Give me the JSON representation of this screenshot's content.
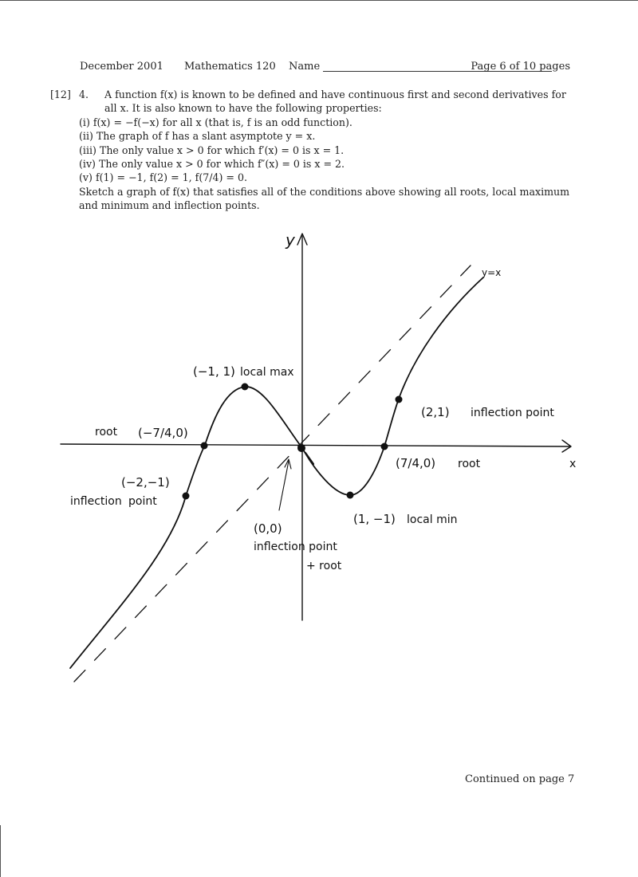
{
  "header": {
    "date": "December 2001",
    "course": "Mathematics 120",
    "name_label": "Name",
    "page": "Page 6 of 10 pages"
  },
  "problem": {
    "points": "[12]",
    "number": "4.",
    "intro_line1": "A function f(x) is known to be defined and have continuous first and second derivatives for",
    "intro_line2": "all x. It is also known to have the following properties:",
    "properties": [
      "(i) f(x) = −f(−x) for all x (that is, f is an odd function).",
      "(ii) The graph of f has a slant asymptote y = x.",
      "(iii) The only value x > 0 for which f′(x) = 0 is x = 1.",
      "(iv) The only value x > 0 for which f″(x) = 0 is x = 2.",
      "(v) f(1) = −1, f(2) = 1, f(7/4) = 0."
    ],
    "task_line1": "Sketch a graph of f(x) that satisfies all of the conditions above showing all roots, local maximum",
    "task_line2": "and minimum and inflection points."
  },
  "sketch": {
    "y_axis_label": "y",
    "x_axis_label": "x",
    "asymptote_label": "y=x",
    "annotations": {
      "local_max_point": "(−1, 1)",
      "local_max_text": "local max",
      "neg_root_text": "root",
      "neg_root_point": "(−7/4,0)",
      "neg_inflection_point": "(−2,−1)",
      "neg_inflection_line1": "inflection",
      "neg_inflection_line2": "point",
      "pos_inflection_point": "(2,1)",
      "pos_inflection_text": "inflection point",
      "pos_root_point": "(7/4,0)",
      "pos_root_text": "root",
      "local_min_point": "(1, −1)",
      "local_min_text": "local min",
      "origin_point": "(0,0)",
      "origin_line1": "inflection point",
      "origin_line2": "+ root"
    }
  },
  "footer": {
    "continued": "Continued on page 7"
  }
}
